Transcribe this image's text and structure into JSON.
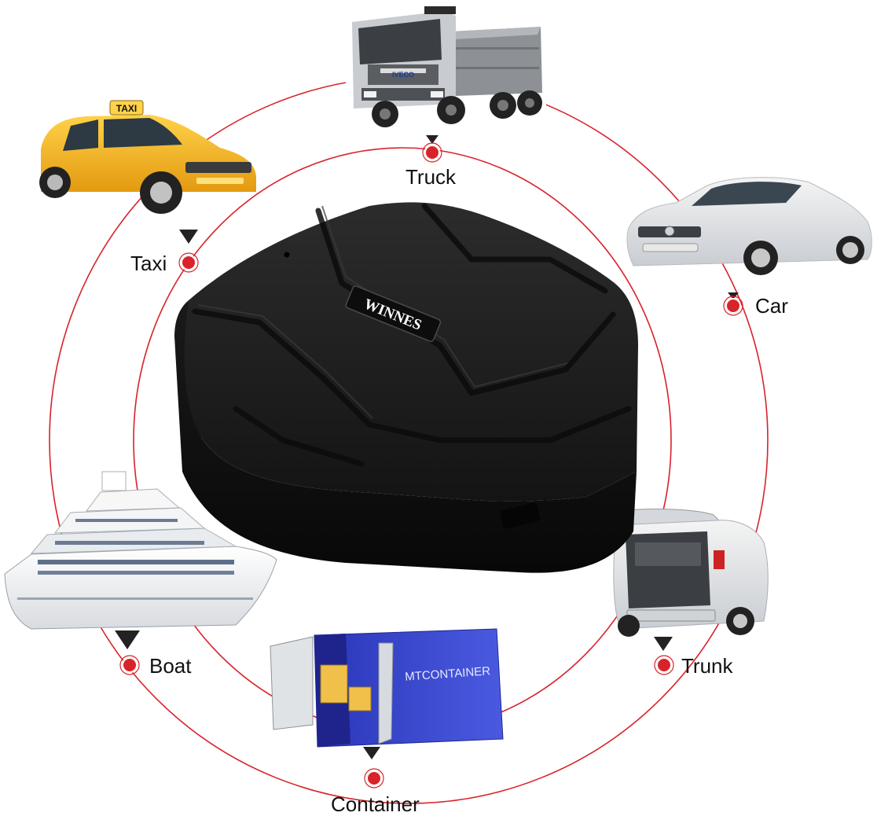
{
  "brand": {
    "logo_text": "WINNES",
    "accent_color": "#d8232a",
    "device_color": "#1b1b1b"
  },
  "labels": {
    "truck": "Truck",
    "taxi": "Taxi",
    "car": "Car",
    "boat": "Boat",
    "trunk": "Trunk",
    "container": "Container"
  },
  "decor": {
    "taxi_sign": "TAXI",
    "truck_grille_badge": "IVECO",
    "container_text": "MTCONTAINER"
  },
  "icons": {
    "marker": "map-pin-icon",
    "pointer": "triangle-pointer-icon"
  }
}
